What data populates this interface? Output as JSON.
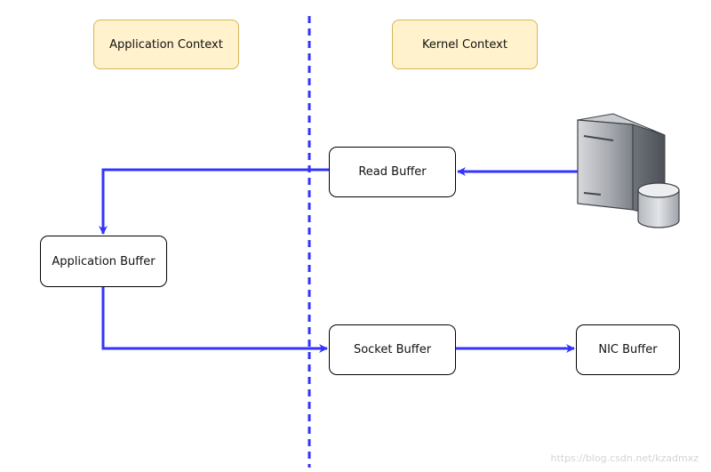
{
  "contexts": {
    "application": "Application Context",
    "kernel": "Kernel Context"
  },
  "buffers": {
    "read": "Read Buffer",
    "application": "Application Buffer",
    "socket": "Socket Buffer",
    "nic": "NIC Buffer"
  },
  "colors": {
    "arrow": "#3333ff",
    "divider": "#3333ff",
    "context_fill": "#fff2cc",
    "context_border": "#d6b656"
  },
  "icons": {
    "server": "server-with-disk-icon"
  },
  "watermark": "https://blog.csdn.net/kzadmxz"
}
